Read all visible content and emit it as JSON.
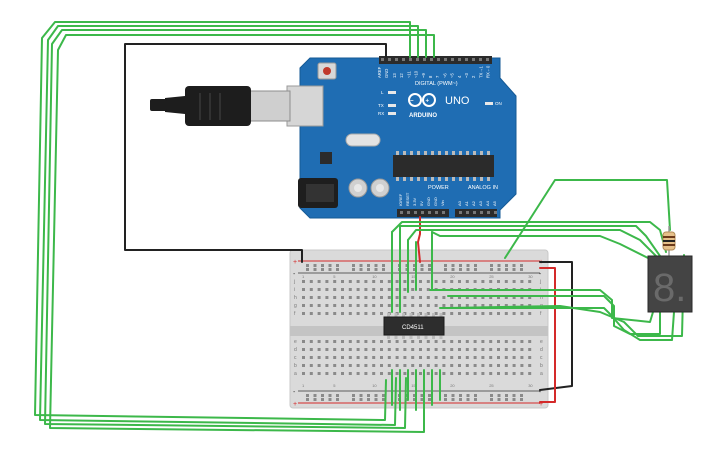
{
  "arduino": {
    "brand": "ARDUINO",
    "model": "UNO",
    "digital_header": "DIGITAL (PWM~)",
    "power_header": "POWER",
    "analog_header": "ANALOG IN",
    "aref": "AREF",
    "gnd": "GND",
    "tx": "TX",
    "rx": "RX",
    "l": "L",
    "on": "ON",
    "digital_pins": [
      "13",
      "12",
      "~11",
      "~10",
      "~9",
      "8",
      "7",
      "~6",
      "~5",
      "4",
      "~3",
      "2",
      "TX→1",
      "RX←0"
    ],
    "power_pins": [
      "IOREF",
      "RESET",
      "3.3V",
      "5V",
      "GND",
      "GND",
      "Vin"
    ],
    "analog_pins": [
      "A0",
      "A1",
      "A2",
      "A3",
      "A4",
      "A5"
    ]
  },
  "breadboard": {
    "plus": "+",
    "minus": "-",
    "rows_top": [
      "j",
      "i",
      "h",
      "g",
      "f"
    ],
    "rows_bottom": [
      "e",
      "d",
      "c",
      "b",
      "a"
    ],
    "col_labels": [
      "1",
      "5",
      "10",
      "15",
      "20",
      "25",
      "30"
    ]
  },
  "ic": {
    "label": "CD4511"
  },
  "display": {
    "digit": "8."
  },
  "colors": {
    "wire_green": "#3cb84a",
    "wire_black": "#222222",
    "wire_red": "#d42a2a",
    "board_blue": "#1f6db3",
    "ic_body": "#2d2d2d"
  }
}
